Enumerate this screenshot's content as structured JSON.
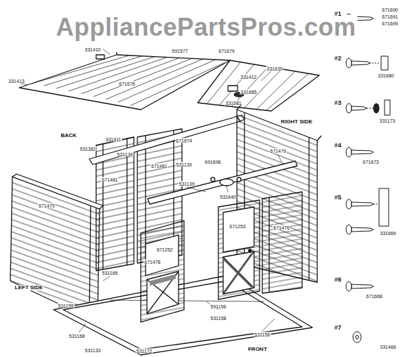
{
  "diagram": {
    "labels": [
      "AppliancePartsPros.com",
      "331410",
      "591577",
      "671679",
      "331639",
      "331413",
      "671676",
      "331412",
      "331685",
      "331681",
      "BACK",
      "331411",
      "531382",
      "531139",
      "671674",
      "RIGHT SIDE",
      "671479",
      "671481",
      "671481",
      "531139",
      "691696",
      "531139",
      "531640",
      "671479",
      "671252",
      "671478",
      "671253",
      "671476",
      "LEFT SIDE",
      "531165",
      "531155",
      "591156",
      "531158",
      "531156",
      "531168",
      "531133",
      "531172",
      "FRONT",
      "#1",
      "671690",
      "671691",
      "671699",
      "#2",
      "331680",
      "#3",
      "331173",
      "#4",
      "671673",
      "#5",
      "331669",
      "#6",
      "671668",
      "#7",
      "331466"
    ]
  }
}
